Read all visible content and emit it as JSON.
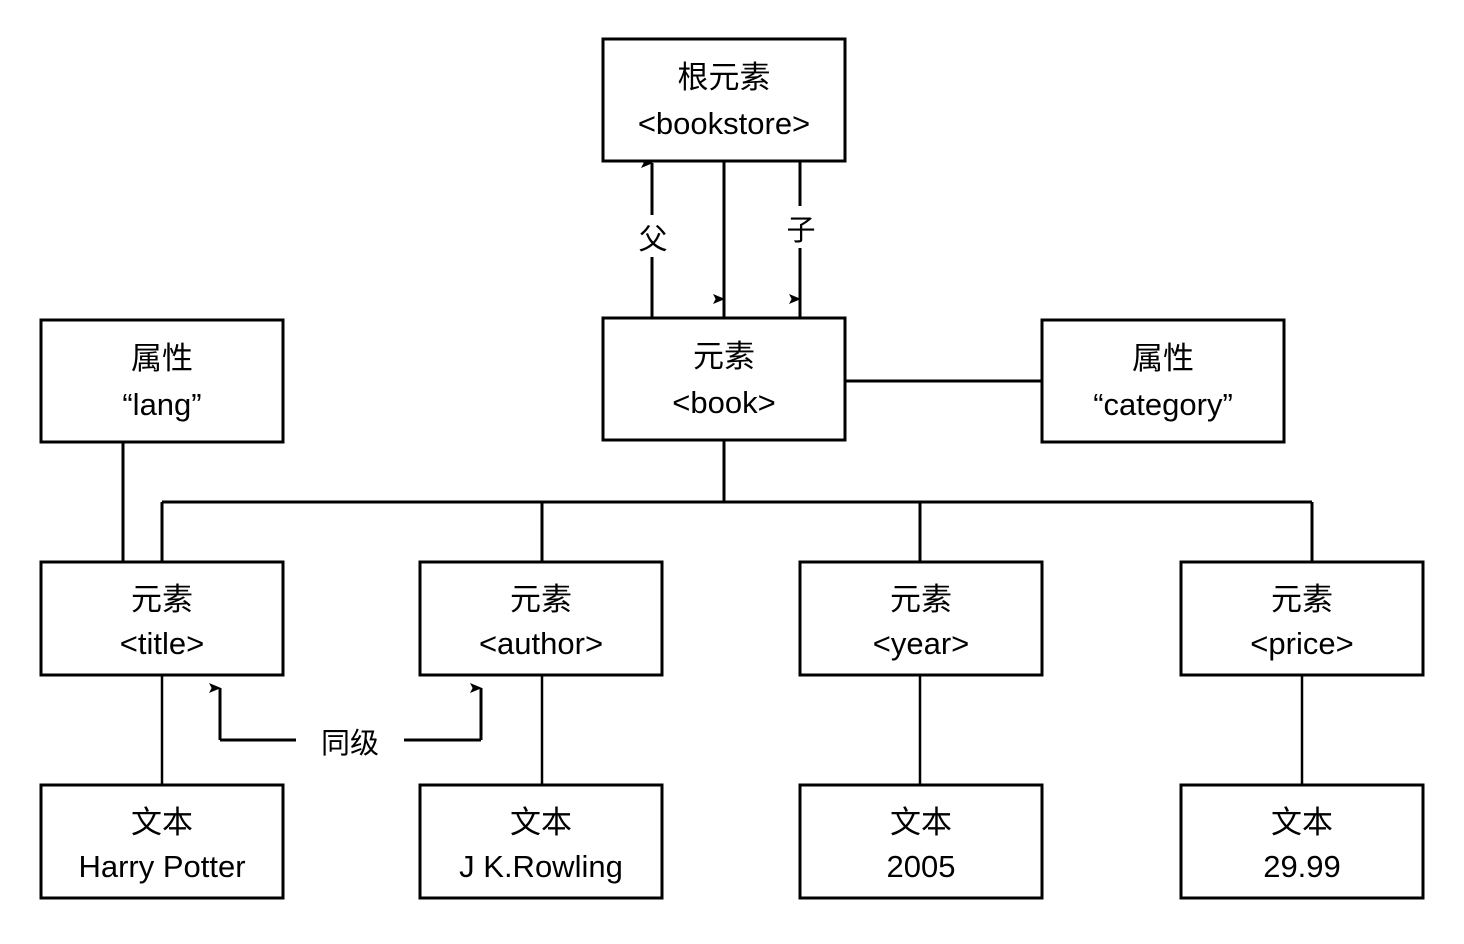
{
  "diagram": {
    "title": "XML DOM node tree diagram",
    "colors": {
      "background": "#ffffff",
      "stroke": "#000000",
      "text": "#000000"
    },
    "nodes": {
      "root": {
        "line1": "根元素",
        "line2": "<bookstore>"
      },
      "book": {
        "line1": "元素",
        "line2": "<book>"
      },
      "attr_lang": {
        "line1": "属性",
        "line2": "“lang”"
      },
      "attr_category": {
        "line1": "属性",
        "line2": "“category”"
      },
      "el_title": {
        "line1": "元素",
        "line2": "<title>"
      },
      "el_author": {
        "line1": "元素",
        "line2": "<author>"
      },
      "el_year": {
        "line1": "元素",
        "line2": "<year>"
      },
      "el_price": {
        "line1": "元素",
        "line2": "<price>"
      },
      "text_title": {
        "line1": "文本",
        "line2": "Harry Potter"
      },
      "text_author": {
        "line1": "文本",
        "line2": "J K.Rowling"
      },
      "text_year": {
        "line1": "文本",
        "line2": "2005"
      },
      "text_price": {
        "line1": "文本",
        "line2": "29.99"
      }
    },
    "edge_labels": {
      "parent": "父",
      "child": "子",
      "sibling": "同级"
    }
  }
}
